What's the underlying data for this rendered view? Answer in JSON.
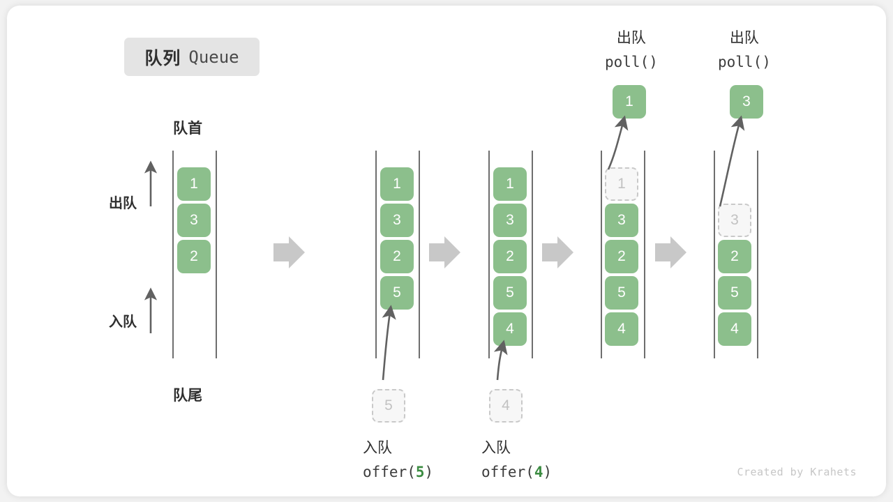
{
  "title": {
    "cn": "队列",
    "en": "Queue"
  },
  "captions": {
    "head": "队首",
    "tail": "队尾"
  },
  "side_labels": {
    "dequeue": "出队",
    "enqueue": "入队"
  },
  "ops": {
    "offer_cn": "入队",
    "poll_cn": "出队",
    "offer5_code_pre": "offer(",
    "offer5_arg": "5",
    "offer5_code_post": ")",
    "offer4_code_pre": "offer(",
    "offer4_arg": "4",
    "offer4_code_post": ")",
    "poll_code": "poll()"
  },
  "columns": [
    {
      "name": "initial",
      "cells": [
        "1",
        "3",
        "2"
      ]
    },
    {
      "name": "after-offer-5",
      "cells": [
        "1",
        "3",
        "2",
        "5"
      ],
      "incoming": "5"
    },
    {
      "name": "after-offer-4",
      "cells": [
        "1",
        "3",
        "2",
        "5",
        "4"
      ],
      "incoming": "4"
    },
    {
      "name": "after-poll-1",
      "cells": [
        "1",
        "3",
        "2",
        "5",
        "4"
      ],
      "ghost_index": 0,
      "popped": "1"
    },
    {
      "name": "after-poll-3",
      "cells": [
        "3",
        "2",
        "5",
        "4"
      ],
      "ghost_index": 0,
      "popped": "3"
    }
  ],
  "colors": {
    "element": "#8cbf8c",
    "ghost_border": "#c9c9c9",
    "ghost_text": "#c2c2c2",
    "rail": "#555555",
    "arrow": "#616161",
    "separator": "#c8c8c8",
    "accent_code": "#3c8c42",
    "badge_bg": "#e4e4e4"
  },
  "credit": "Created by Krahets"
}
